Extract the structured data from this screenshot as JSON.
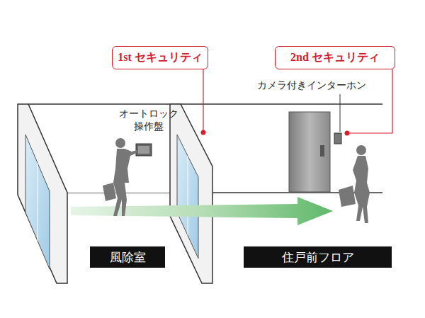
{
  "diagram": {
    "nodes": [
      {
        "text": [
          "1st セキュリティ"
        ]
      },
      {
        "text": [
          "2nd セキュリティ"
        ]
      },
      {
        "text": [
          "風除室"
        ]
      },
      {
        "text": [
          "住戸前フロア"
        ]
      }
    ],
    "labels": [
      "カメラ付きインターホン",
      "オートロック 操作盤"
    ]
  }
}
